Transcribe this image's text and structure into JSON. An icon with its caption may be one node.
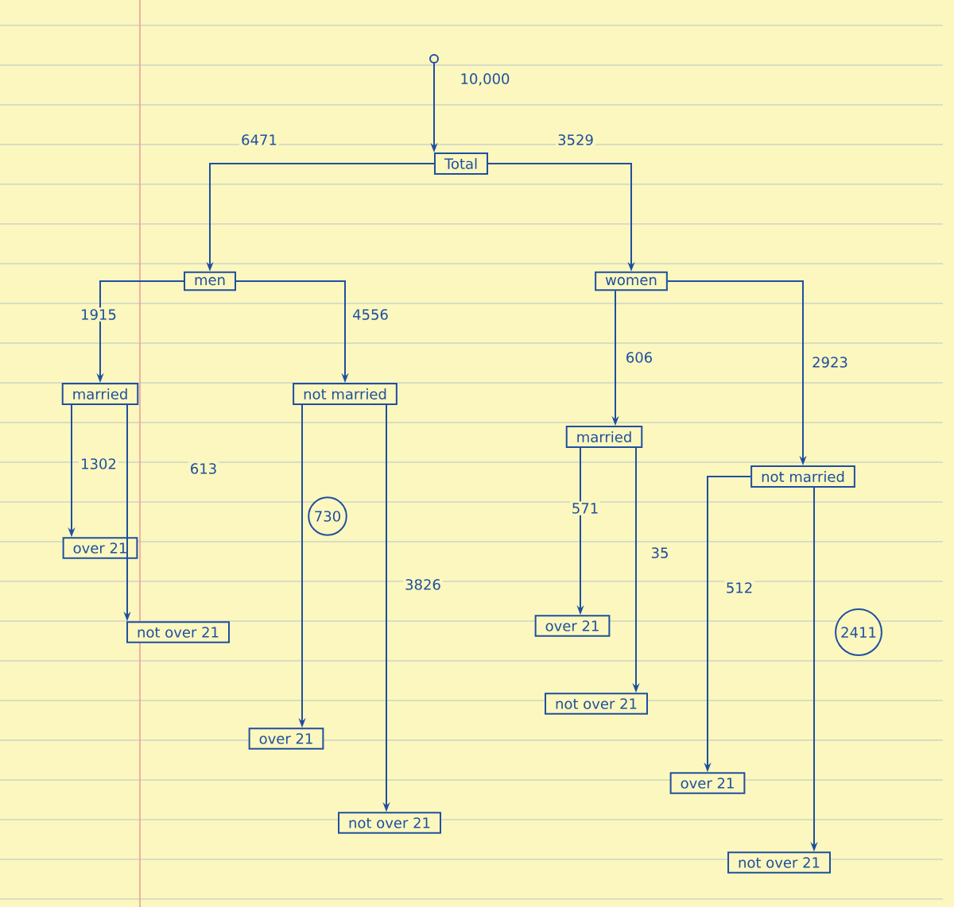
{
  "diagram": {
    "nodes": [
      {
        "text": [],
        "shape": "circle"
      },
      {
        "text": [
          "Total"
        ]
      },
      {
        "text": [
          "men"
        ]
      },
      {
        "text": [
          "women"
        ]
      },
      {
        "text": [
          "married"
        ]
      },
      {
        "text": [
          "not married"
        ]
      },
      {
        "text": [
          "over 21"
        ]
      },
      {
        "text": [
          "not over 21"
        ]
      },
      {
        "text": [
          "over 21"
        ]
      },
      {
        "text": [
          "not over 21"
        ]
      },
      {
        "text": [
          "married"
        ]
      },
      {
        "text": [
          "not married"
        ]
      },
      {
        "text": [
          "over 21"
        ]
      },
      {
        "text": [
          "not over 21"
        ]
      },
      {
        "text": [
          "over 21"
        ]
      },
      {
        "text": [
          "not over 21"
        ]
      },
      {
        "text": [
          "730"
        ]
      },
      {
        "text": [
          "2411"
        ]
      }
    ],
    "edges": [
      {
        "from": 0,
        "to": 1,
        "arrow": "to",
        "label": "10,000"
      },
      {
        "from": 1,
        "to": 2,
        "arrow": "to",
        "label": "6471"
      },
      {
        "from": 1,
        "to": 3,
        "arrow": "to",
        "label": "3529"
      },
      {
        "from": 2,
        "to": 4,
        "arrow": "to",
        "label": "1915"
      },
      {
        "from": 2,
        "to": 5,
        "arrow": "to",
        "label": "4556"
      },
      {
        "from": 4,
        "to": 6,
        "arrow": "to",
        "label": "1302"
      },
      {
        "from": 4,
        "to": 7,
        "arrow": "to",
        "label": "613"
      },
      {
        "from": 5,
        "to": 8,
        "arrow": "to"
      },
      {
        "from": 5,
        "to": 9,
        "arrow": "to",
        "label": "3826"
      },
      {
        "from": 3,
        "to": 10,
        "arrow": "to",
        "label": "606"
      },
      {
        "from": 3,
        "to": 11,
        "arrow": "to",
        "label": "2923"
      },
      {
        "from": 10,
        "to": 12,
        "arrow": "to",
        "label": "571"
      },
      {
        "from": 10,
        "to": 13,
        "arrow": "to",
        "label": "35"
      },
      {
        "from": 11,
        "to": 14,
        "arrow": "to",
        "label": "512"
      },
      {
        "from": 11,
        "to": 15,
        "arrow": "to"
      }
    ]
  }
}
